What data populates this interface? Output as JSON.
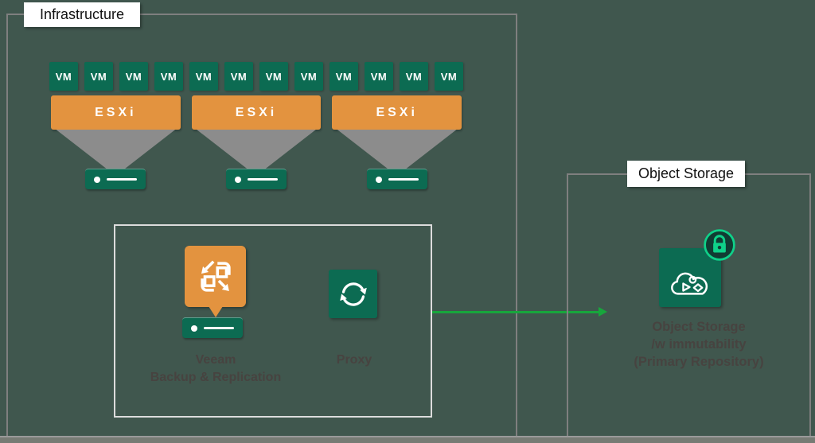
{
  "colors": {
    "background": "#40574E",
    "green": "#0C6B52",
    "orange": "#E3933F",
    "funnel-gray": "#8C8C8C",
    "border-gray": "#7F7F7F",
    "inner-border": "#DCDCDC",
    "arrow-green": "#17A63C",
    "mint": "#0FD189",
    "badge-bg": "#113C33",
    "caption": "#474340",
    "label-bg": "#FFFFFF",
    "label-text": "#111111",
    "bottom-strip": "#777B74"
  },
  "infrastructure": {
    "label": "Infrastructure",
    "vms": [
      "VM",
      "VM",
      "VM",
      "VM",
      "VM",
      "VM",
      "VM",
      "VM",
      "VM",
      "VM",
      "VM",
      "VM"
    ],
    "esxi_hosts": [
      "ESXi",
      "ESXi",
      "ESXi"
    ],
    "veeam": {
      "caption_line1": "Veeam",
      "caption_line2": "Backup & Replication"
    },
    "proxy": {
      "caption": "Proxy"
    }
  },
  "object_storage": {
    "label": "Object Storage",
    "caption_line1": "Object Storage",
    "caption_line2": "/w immutability",
    "caption_line3": "(Primary Repository)"
  },
  "icons": {
    "veeam": "veeam-backup-replication-icon",
    "proxy": "proxy-sync-icon",
    "cloud": "object-storage-cloud-icon",
    "lock": "immutability-lock-badge-icon",
    "server": "server-icon"
  }
}
